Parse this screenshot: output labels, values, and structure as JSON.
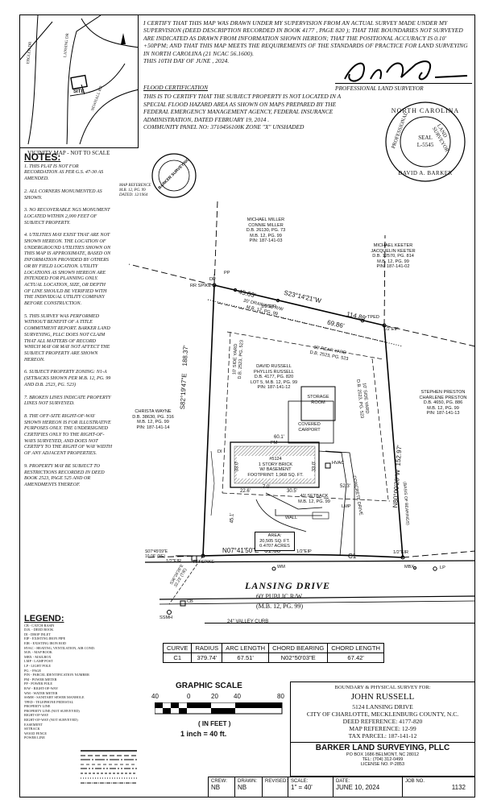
{
  "vicinity": {
    "caption": "VICINITY MAP - NOT TO SCALE",
    "streets": [
      "ERGLER DR",
      "LANSING DR",
      "NEWHALL RD"
    ],
    "site": "SITE"
  },
  "certification": {
    "text": "I CERTIFY THAT THIS MAP WAS DRAWN UNDER MY SUPERVISION FROM AN ACTUAL SURVEY MADE UNDER MY SUPERVISION (DEED DESCRIPTION RECORDED IN BOOK 4177 , PAGE 820 ); THAT THE BOUNDARIES NOT SURVEYED ARE INDICATED AS DRAWN FROM INFORMATION SHOWN HEREON; THAT THE POSITIONAL ACCURACY IS 0.10' +50PPM; AND THAT THIS MAP MEETS THE REQUIREMENTS OF THE STANDARDS OF PRACTICE FOR LAND SURVEYING IN NORTH CAROLINA (21 NCAC 56.1600).",
    "date_line": "THIS 10TH DAY OF JUNE , 2024.",
    "surveyor_label": "PROFESSIONAL LAND SURVEYOR"
  },
  "flood": {
    "heading": "FLOOD CERTIFICATION",
    "text": "THIS IS TO CERTIFY THAT THE SUBJECT PROPERTY IS NOT LOCATED IN A SPECIAL FLOOD HAZARD AREA AS SHOWN ON MAPS PREPARED BY THE FEDERAL EMERGENCY MANAGEMENT AGENCY, FEDERAL INSURANCE ADMINISTRATION, DATED FEBRUARY 19, 2014 .",
    "panel": "COMMUNITY PANEL NO: 3710456100K ZONE \"X\" UNSHADED"
  },
  "seal": {
    "ring_top": "NORTH CAROLINA",
    "ring_left": "PROFESSIONAL",
    "ring_right": "LAND SURVEYOR",
    "center_1": "SEAL",
    "center_2": "L-5545",
    "bottom": "DAVID A. BARKER"
  },
  "notes": {
    "title": "NOTES:",
    "items": [
      "1. THIS PLAT IS NOT FOR RECORDATION AS PER G.S. 47-30 AS AMENDED.",
      "2. ALL CORNERS MONUMENTED AS SHOWN.",
      "3. NO RECOVERABLE NGS MONUMENT LOCATED WITHIN 2,000 FEET OF SUBJECT PROPERTY.",
      "4. UTILITIES MAY EXIST THAT ARE NOT SHOWN HEREON. THE LOCATION OF UNDERGROUND UTILITIES SHOWN ON THIS MAP IS APPROXIMATE, BASED ON INFORMATION PROVIDED BY OTHERS OR BY FIELD LOCATION. UTILITY LOCATIONS AS SHOWN HEREON ARE INTENDED FOR PLANNING ONLY. ACTUAL LOCATION, SIZE, OR DEPTH OF LINE SHOULD BE VERIFIED WITH THE INDIVIDUAL UTILITY COMPANY BEFORE CONSTRUCTION.",
      "5. THIS SURVEY WAS PERFORMED WITHOUT BENEFIT OF A TITLE COMMITMENT REPORT. BARKER LAND SURVEYING, PLLC DOES NOT CLAIM THAT ALL MATTERS OF RECORD WHICH MAY OR MAY NOT AFFECT THE SUBJECT PROPERTY ARE SHOWN HEREON.",
      "6. SUBJECT PROPERTY ZONING: N1-A (SETBACKS SHOWN PER M.B. 12, PG. 99 AND D.B. 2523, PG. 523)",
      "7. BROKEN LINES INDICATE PROPERTY LINES NOT SURVEYED.",
      "8. THE OFF-SITE RIGHT-OF-WAY SHOWN HEREON IS FOR ILLUSTRATIVE PURPOSES ONLY. THE UNDERSIGNED CERTIFIES ONLY TO THE RIGHT-OF-WAYS SURVEYED, AND DOES NOT CERTIFY TO THE RIGHT OF WAY WIDTH OF ANY ADJACENT PROPERTIES.",
      "9. PROPERTY MAY BE SUBJECT TO RESTRICTIONS RECORDED IN DEED BOOK 2523, PAGE 525 AND OR AMENDMENTS THEREOF."
    ]
  },
  "legend": {
    "title": "LEGEND:",
    "items": [
      "CB - CATCH BASIN",
      "D.B. - DEED BOOK",
      "DI - DROP INLET",
      "EIP - EXISTING IRON PIPE",
      "EIR - EXISTING IRON ROD",
      "HVAC - HEATING, VENTILATION, AIR COND.",
      "M.B. - MAP BOOK",
      "MBX - MAILBOX",
      "LMP - LAMP POST",
      "LP - LIGHT POLE",
      "PG. - PAGE",
      "PIN - PARCEL IDENTIFICATION NUMBER",
      "PM - POWER METER",
      "PP - POWER POLE",
      "R/W - RIGHT-OF-WAY",
      "WM - WATER METER",
      "SSMH - SANITARY SEWER MANHOLE",
      "TPED - TELEPHONE PEDESTAL",
      "PROPERTY LINE",
      "PROPERTY LINE (NOT SURVEYED)",
      "RIGHT-OF-WAY",
      "RIGHT-OF-WAY (NOT SURVEYED)",
      "EASEMENT",
      "SETBACK",
      "WOOD FENCE",
      "POWER LINE"
    ]
  },
  "map_ref_stamp": {
    "ring": "BARKER SURVEYING",
    "ref": "MAP REFERENCE",
    "mb": "M.B. 12, PG. 99",
    "dated": "DATED: 12/1964"
  },
  "adjoiners": {
    "miller": [
      "MICHAEL MILLER",
      "CONNIE MILLER",
      "D.B. 26130, PG. 73",
      "M.B. 12, PG. 99",
      "PIN: 187-141-03"
    ],
    "keeter": [
      "MICHAEL KEETER",
      "JACQUELIN KEETER",
      "D.B. 12570, PG. 814",
      "M.B. 12, PG. 99",
      "PIN: 187-141-02"
    ],
    "wayne": [
      "CHRISTA WAYNE",
      "D.B. 38630, PG. 316",
      "M.B. 12, PG. 99",
      "PIN: 187-141-14"
    ],
    "preston": [
      "STEPHEN PRESTON",
      "CHARLENE PRESTON",
      "D.B. 4650, PG. 886",
      "M.B. 12, PG. 99",
      "PIN: 187-141-13"
    ],
    "subject": [
      "DAVID RUSSELL",
      "PHYLLIS RUSSELL",
      "D.B. 4177, PG. 820",
      "LOT 5, M.B. 12, PG. 99",
      "PIN: 187-141-12"
    ]
  },
  "plat": {
    "north_bearing": "S23°14'21\"W",
    "north_dist_a": "45.03'",
    "north_dist_b": "114.89'",
    "north_dist_c": "69.86'",
    "west_bearing": "S82°19'47\"E",
    "west_dist": "188.37'",
    "east_bearing": "N80°00'20\"W",
    "east_dist": "152.97'",
    "south_bearing": "N07°41'50\"E",
    "south_dist": "61.68'",
    "south_curve": "C1",
    "offsite_bearing": "S07°45'09\"E",
    "offsite_dist": "10.06' (NE)",
    "diag_bearing": "S36°26'26\"E",
    "diag_dist": "32.23' (TIE)",
    "drainage": "20' DRAINAGE R/W",
    "drainage_ref": "M.B. 12, PG. 99",
    "rear_yard": "30' REAR YARD",
    "rear_yard_ref": "D.B. 2523, PG. 523",
    "side_yard_w": "10' SIDE YARD",
    "side_yard_w_ref": "D.B. 2523, PG. 523",
    "side_yard_e": "10' SIDE YARD",
    "side_yard_e_ref": "D.B. 2523, PG. 523",
    "front_setback": "40' SETBACK",
    "front_setback_ref": "M.B. 12, PG. 99",
    "storage": "STORAGE ROOM",
    "carport": "COVERED CARPORT",
    "house": [
      "#5124",
      "1 STORY BRICK",
      "W/ BASEMENT",
      "FOOTPRINT: 1,968 SQ. FT."
    ],
    "dims": {
      "d601": "60.1'",
      "d330a": "33.0'",
      "d330b": "33.0'",
      "d226": "22.6'",
      "d70": "7.0'",
      "d305": "30.5'",
      "d523": "52.3'",
      "d451": "45.1'"
    },
    "area": [
      "AREA:",
      "20,505 SQ. FT.",
      "0.4707 ACRES"
    ],
    "labels": {
      "rr_spike_n": "RR SPIKE",
      "rr_spike_s": "RR SPIKE",
      "eir": "1/2\"EIR",
      "eip": "1/2\"EIP",
      "eip2": "1/2\"EIP",
      "eir_se": "1/2\"EIR",
      "eir_sw": "1/2\"EIR",
      "tped": "TPED",
      "pp": "PP",
      "dp": "DP",
      "pm": "PM",
      "hvac": "HVAC",
      "lmp": "LMP",
      "wall": "WALL",
      "wm": "WM",
      "mbx": "MBX",
      "lp": "LP",
      "di": "DI",
      "cb": "CB",
      "ssmh": "SSMH",
      "concrete": "CONCRETE DRIVE",
      "basis": "(BASIS OF BEARINGS)"
    },
    "road": "LANSING DRIVE",
    "road_rw": "60' PUBLIC R/W",
    "road_ref": "(M.B. 12, PG. 99)",
    "curb": "24\" VALLEY CURB"
  },
  "curve_table": {
    "headers": [
      "CURVE",
      "RADIUS",
      "ARC LENGTH",
      "CHORD BEARING",
      "CHORD LENGTH"
    ],
    "rows": [
      [
        "C1",
        "379.74'",
        "67.51'",
        "N02°50'03\"E",
        "67.42'"
      ]
    ]
  },
  "scale": {
    "title": "GRAPHIC SCALE",
    "ticks": [
      "40",
      "0",
      "20",
      "40",
      "80"
    ],
    "unit": "( IN FEET )",
    "ratio": "1 inch = 40 ft."
  },
  "title_block": {
    "heading": "BOUNDARY & PHYSICAL SURVEY FOR:",
    "client": "JOHN RUSSELL",
    "address": "5124 LANSING DRIVE",
    "city": "CITY OF CHARLOTTE, MECKLENBURG COUNTY, N.C.",
    "deed": "DEED REFERENCE: 4177-820",
    "map": "MAP REFERENCE: 12-99",
    "tax": "TAX PARCEL: 187-141-12",
    "firm": "BARKER LAND SURVEYING, PLLC",
    "po": "PO BOX 1686 BELMONT, NC 28012",
    "tel": "TEL: (704) 312-0499",
    "license": "LICENSE NO. P-2853"
  },
  "footer": {
    "crew_label": "CREW:",
    "crew": "NB",
    "drawn_label": "DRAWN:",
    "drawn": "NB",
    "revised_label": "REVISED:",
    "revised": "",
    "scale_label": "SCALE:",
    "scale": "1\" = 40'",
    "date_label": "DATE:",
    "date": "JUNE 10, 2024",
    "job_label": "JOB NO.",
    "job": "1132"
  }
}
